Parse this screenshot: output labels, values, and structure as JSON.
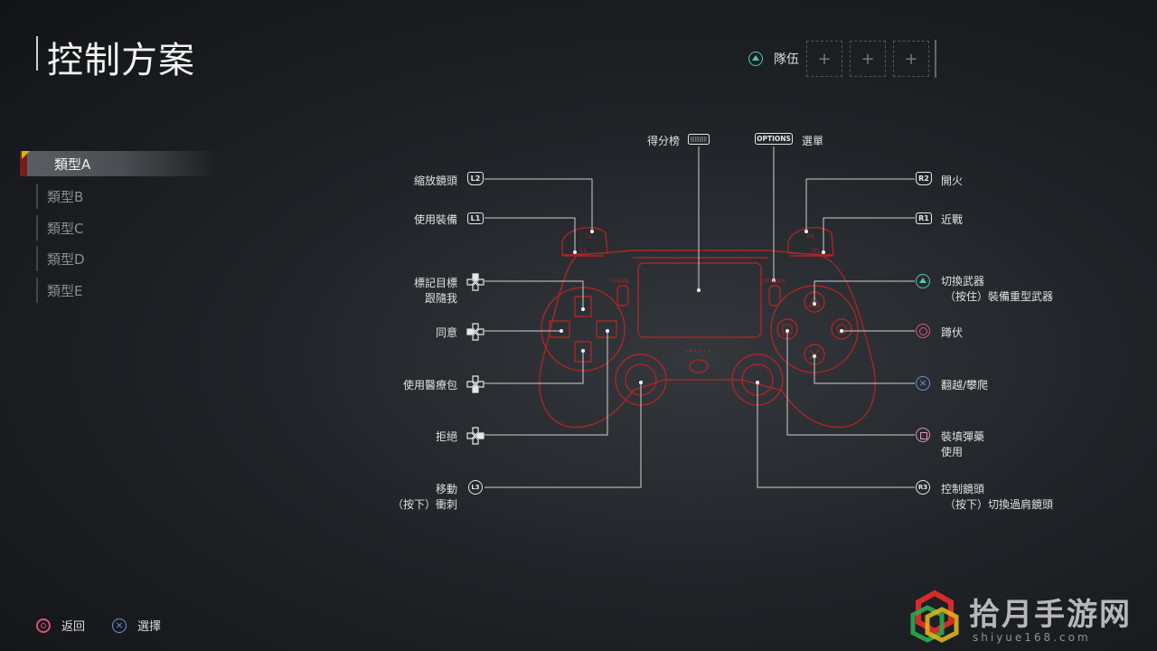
{
  "header": {
    "title": "控制方案"
  },
  "squad": {
    "label": "隊伍",
    "slots": [
      "+",
      "+",
      "+"
    ]
  },
  "types": [
    {
      "label": "類型A",
      "active": true
    },
    {
      "label": "類型B",
      "active": false
    },
    {
      "label": "類型C",
      "active": false
    },
    {
      "label": "類型D",
      "active": false
    },
    {
      "label": "類型E",
      "active": false
    }
  ],
  "controller": {
    "top": {
      "scoreboard": "得分榜",
      "options_badge": "OPTIONS",
      "menu": "選單"
    },
    "left": {
      "zoom": "縮放鏡頭",
      "l2": "L2",
      "use_equipment": "使用裝備",
      "l1": "L1",
      "mark_target": "標記目標",
      "follow_me": "跟隨我",
      "agree": "同意",
      "use_medkit": "使用醫療包",
      "refuse": "拒絕",
      "move": "移動",
      "move_press": "（按下）衝刺",
      "l3": "L3"
    },
    "right": {
      "fire": "開火",
      "r2": "R2",
      "melee": "近戰",
      "r1": "R1",
      "switch_weapon": "切換武器",
      "switch_weapon_hold": "（按住）裝備重型武器",
      "crouch": "蹲伏",
      "vault": "翻越/攀爬",
      "reload": "裝填彈藥",
      "reload_use": "使用",
      "camera": "控制鏡頭",
      "camera_press": "（按下）切換過肩鏡頭",
      "r3": "R3"
    },
    "pad_text": {
      "share": "SHARE",
      "options": "OPTIONS",
      "l2": "L2",
      "l1": "L1",
      "r2": "R2",
      "r1": "R1"
    }
  },
  "footer": {
    "back": "返回",
    "select": "選擇"
  },
  "watermark": {
    "text": "拾月手游网",
    "url": "shiyue168.com"
  },
  "colors": {
    "accent_red": "#a82626",
    "triangle": "#4cc9b0",
    "circle": "#e0507a",
    "cross": "#6f8ee0",
    "square": "#e58fb5"
  }
}
